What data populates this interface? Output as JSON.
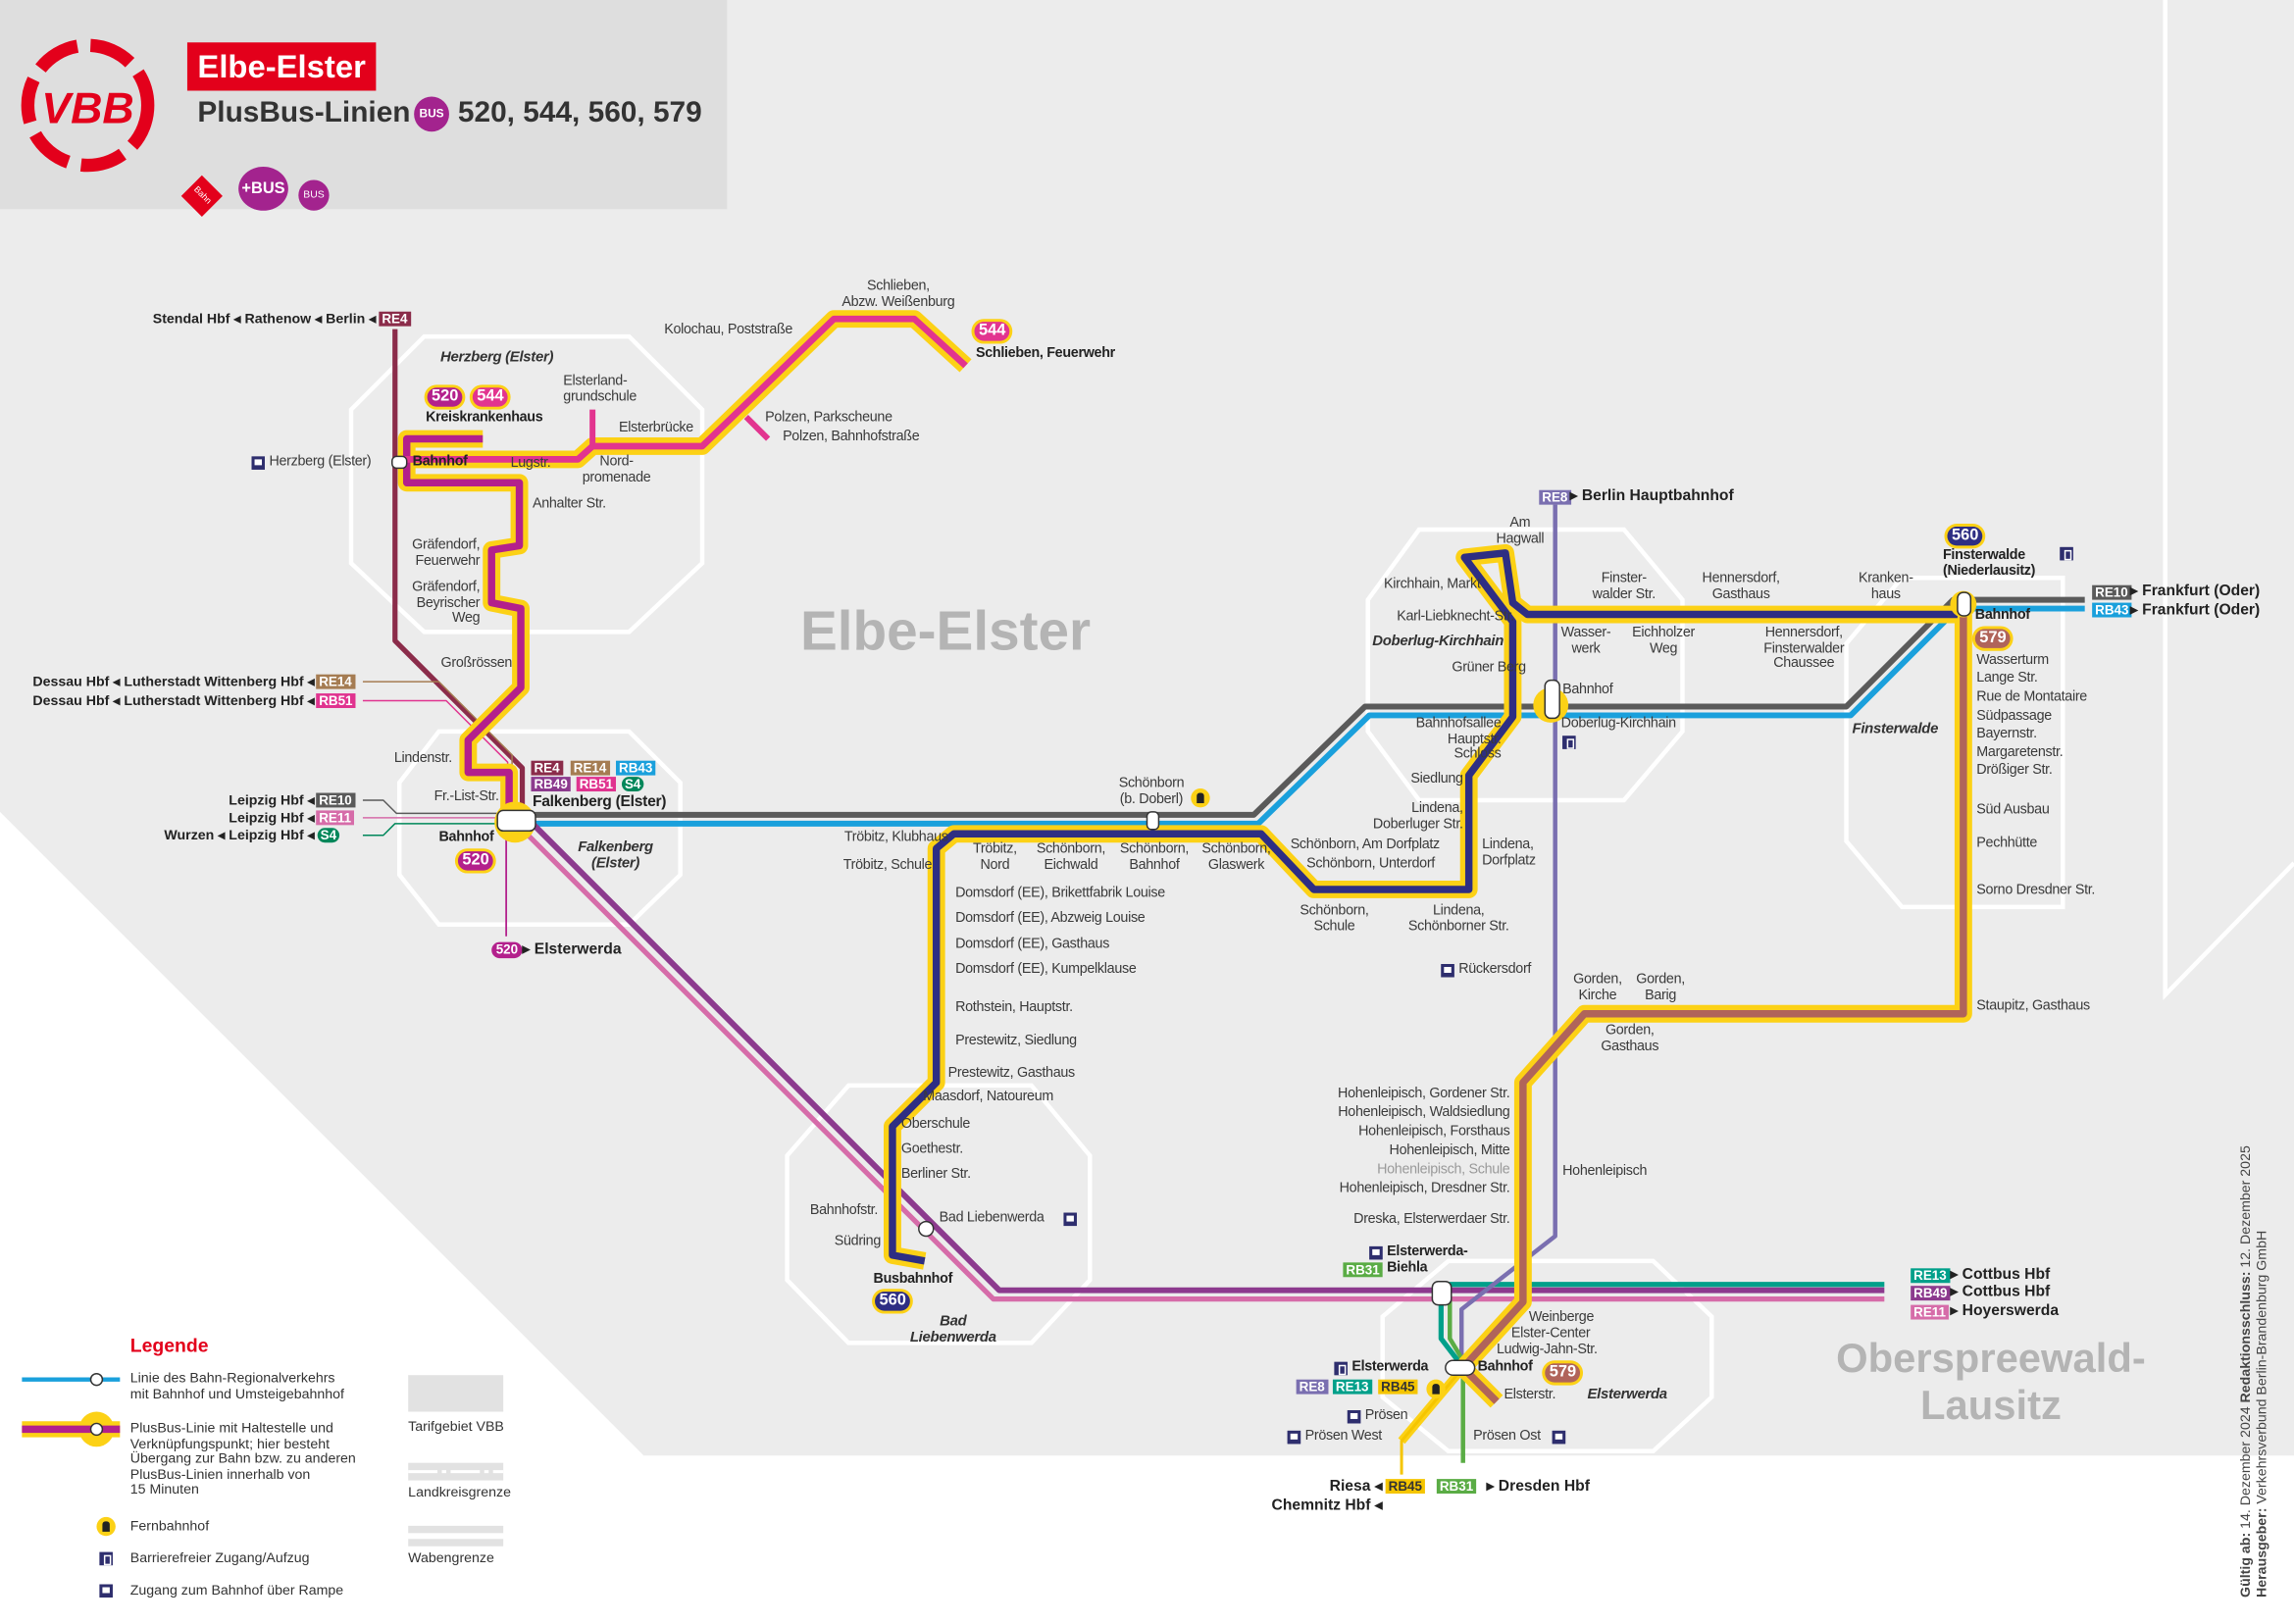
{
  "header": {
    "region_title": "Elbe-Elster",
    "subtitle": "PlusBus-Linien",
    "bus_icon": "BUS",
    "lines": "520, 544, 560, 579",
    "logo": "VBB",
    "icons": [
      "Bahn",
      "+BUS",
      "BUS"
    ]
  },
  "regions": {
    "elbe_elster": "Elbe-Elster",
    "osl": "Oberspreewald-\nLausitz"
  },
  "colors": {
    "yellow": "#fcd116",
    "l520": "#b3208c",
    "l544": "#e2348f",
    "l560": "#2e2e83",
    "l579": "#b0645a",
    "RE10": "#5a5a5a",
    "RB43": "#1aa0dc",
    "RE4": "#8b2c4a",
    "RE14": "#a57c52",
    "RB51": "#e0338f",
    "RE11": "#d66ca9",
    "RB49": "#8c3a8e",
    "S4": "#00875a",
    "RE8": "#7a6fb0",
    "RE13": "#00a08a",
    "RB31": "#5aac45",
    "RB45": "#f5c500"
  },
  "badges": {
    "RE4": "RE4",
    "RE14": "RE14",
    "RB43": "RB43",
    "RB49": "RB49",
    "RB51": "RB51",
    "S4": "S4",
    "RE10": "RE10",
    "RE11": "RE11",
    "RE8": "RE8",
    "RE13": "RE13",
    "RB45": "RB45",
    "RB31": "RB31",
    "b520": "520",
    "b544": "544",
    "b560": "560",
    "b579": "579"
  },
  "destinations": {
    "stendal": "Stendal Hbf ◂ Rathenow ◂ Berlin ◂",
    "dessau1": "Dessau Hbf ◂ Lutherstadt Wittenberg Hbf ◂",
    "dessau2": "Dessau Hbf ◂ Lutherstadt Wittenberg Hbf ◂",
    "leipzig1": "Leipzig Hbf ◂",
    "leipzig2": "Leipzig Hbf ◂",
    "wurzen": "Wurzen ◂ Leipzig Hbf ◂",
    "elsterwerda520": "▸ Elsterwerda",
    "berlin": "▸ Berlin Hauptbahnhof",
    "frankfurt1": "▸ Frankfurt (Oder)",
    "frankfurt2": "▸ Frankfurt (Oder)",
    "cottbus1": "▸ Cottbus Hbf",
    "cottbus2": "▸ Cottbus Hbf",
    "hoyerswerda": "▸ Hoyerswerda",
    "riesa": "Riesa ◂",
    "chemnitz": "Chemnitz Hbf ◂",
    "dresden": "▸ Dresden Hbf"
  },
  "areas": {
    "herzberg": "Herzberg (Elster)",
    "falkenberg": "Falkenberg\n(Elster)",
    "doberlug": "Doberlug-Kirchhain",
    "finsterwalde": "Finsterwalde",
    "liebenwerda": "Bad\nLiebenwerda",
    "elsterwerda": "Elsterwerda"
  },
  "stops": {
    "kreiskrankenhaus": "Kreiskrankenhaus",
    "elsterland": "Elsterland-\ngrundschule",
    "elsterbruecke": "Elsterbrücke",
    "herzberg_rail": "Herzberg (Elster)",
    "herzberg_bf": "Bahnhof",
    "lugstr": "Lugstr.",
    "nordpromenade": "Nord-\npromenade",
    "anhalter": "Anhalter Str.",
    "graef_fw": "Gräfendorf,\nFeuerwehr",
    "graef_bw": "Gräfendorf,\nBeyrischer\nWeg",
    "grossroessen": "Großrössen",
    "lindenstr": "Lindenstr.",
    "frlist": "Fr.-List-Str.",
    "kolochau": "Kolochau, Poststraße",
    "schlieben_abzw": "Schlieben,\nAbzw. Weißenburg",
    "schlieben_fw": "Schlieben, Feuerwehr",
    "polzen_park": "Polzen, Parkscheune",
    "polzen_bf": "Polzen, Bahnhofstraße",
    "falkenberg_st": "Falkenberg (Elster)",
    "falkenberg_bf": "Bahnhof",
    "schoenborn_doberl": "Schönborn\n(b. Doberl)",
    "troebitz_klub": "Tröbitz, Klubhaus",
    "troebitz_schule": "Tröbitz, Schule",
    "troebitz_nord": "Tröbitz,\nNord",
    "sch_eichwald": "Schönborn,\nEichwald",
    "sch_bahnhof": "Schönborn,\nBahnhof",
    "sch_glaswerk": "Schönborn,\nGlaswerk",
    "sch_dorfplatz": "Schönborn, Am Dorfplatz",
    "sch_unterdorf": "Schönborn, Unterdorf",
    "sch_schule": "Schönborn,\nSchule",
    "lind_schoenb": "Lindena,\nSchönborner Str.",
    "lind_dorfplatz": "Lindena,\nDorfplatz",
    "lind_doberl": "Lindena,\nDoberluger Str.",
    "siedlung": "Siedlung",
    "bahnhofsallee": "Bahnhofsallee\nHauptstr.\nSchloss",
    "gruener_berg": "Grüner Berg",
    "karl_liebknecht": "Karl-Liebknecht-Str.",
    "kirchhain_markt": "Kirchhain, Markt",
    "am_hagwall": "Am\nHagwall",
    "doberlug_bf": "Bahnhof",
    "doberlug_rail": "Doberlug-Kirchhain",
    "wasserwerk": "Wasser-\nwerk",
    "finsterwalder_str": "Finster-\nwalder Str.",
    "eichholzer": "Eichholzer\nWeg",
    "hennersdorf_g": "Hennersdorf,\nGasthaus",
    "hennersdorf_c": "Hennersdorf,\nFinsterwalder\nChaussee",
    "krankenhaus": "Kranken-\nhaus",
    "finsterwalde_st": "Finsterwalde\n(Niederlausitz)",
    "finsterwalde_bf": "Bahnhof",
    "wasserturm": "Wasserturm",
    "lange": "Lange Str.",
    "rue": "Rue de Montataire",
    "suedpassage": "Südpassage",
    "bayernstr": "Bayernstr.",
    "margaretenstr": "Margaretenstr.",
    "droessiger": "Drößiger Str.",
    "sued_ausbau": "Süd Ausbau",
    "pechhuette": "Pechhütte",
    "sorno": "Sorno Dresdner Str.",
    "staupitz": "Staupitz, Gasthaus",
    "rueckersdorf": "Rückersdorf",
    "gorden_kirche": "Gorden,\nKirche",
    "gorden_barig": "Gorden,\nBarig",
    "gorden_gasthaus": "Gorden,\nGasthaus",
    "hl_gordener": "Hohenleipisch, Gordener Str.",
    "hl_wald": "Hohenleipisch, Waldsiedlung",
    "hl_forst": "Hohenleipisch, Forsthaus",
    "hl_mitte": "Hohenleipisch, Mitte",
    "hl_schule": "Hohenleipisch, Schule",
    "hl_dresdner": "Hohenleipisch, Dresdner Str.",
    "dreska": "Dreska, Elsterwerdaer Str.",
    "hohenleipisch_rail": "Hohenleipisch",
    "domsdorf_bl": "Domsdorf (EE), Brikettfabrik Louise",
    "domsdorf_al": "Domsdorf (EE), Abzweig Louise",
    "domsdorf_g": "Domsdorf (EE), Gasthaus",
    "domsdorf_k": "Domsdorf (EE), Kumpelklause",
    "rothstein": "Rothstein, Hauptstr.",
    "prestewitz_s": "Prestewitz, Siedlung",
    "prestewitz_g": "Prestewitz, Gasthaus",
    "maasdorf": "Maasdorf, Natoureum",
    "oberschule": "Oberschule",
    "goethestr": "Goethestr.",
    "berliner": "Berliner Str.",
    "bahnhofstr": "Bahnhofstr.",
    "suedring": "Südring",
    "bad_liebenwerda": "Bad Liebenwerda",
    "busbahnhof": "Busbahnhof",
    "biehla": "Elsterwerda-\nBiehla",
    "weinberge": "Weinberge",
    "elster_center": "Elster-Center",
    "ludwig": "Ludwig-Jahn-Str.",
    "elsterwerda_st": "Elsterwerda",
    "elsterwerda_bf": "Bahnhof",
    "elsterstr": "Elsterstr.",
    "proesen": "Prösen",
    "proesen_west": "Prösen West",
    "proesen_ost": "Prösen Ost"
  },
  "legend": {
    "title": "Legende",
    "rail": "Linie des Bahn-Regionalverkehrs\nmit Bahnhof und Umsteigebahnhof",
    "plusbus": "PlusBus-Linie mit Haltestelle und\nVerknüpfungspunkt; hier besteht\nÜbergang zur Bahn bzw. zu anderen\nPlusBus-Linien innerhalb von\n15 Minuten",
    "fern": "Fernbahnhof",
    "lift": "Barrierefreier Zugang/Aufzug",
    "ramp": "Zugang zum Bahnhof über Rampe",
    "tarif": "Tarifgebiet VBB",
    "landkreis": "Landkreisgrenze",
    "waben": "Wabengrenze"
  },
  "footer": {
    "valid_label": "Gültig ab:",
    "valid": " 14. Dezember 2024 ",
    "redaktion_label": "Redaktionsschluss:",
    "redaktion": " 12. Dezember 2025",
    "publisher_label": "Herausgeber:",
    "publisher": " Verkehrsverbund Berlin-Brandenburg GmbH"
  }
}
